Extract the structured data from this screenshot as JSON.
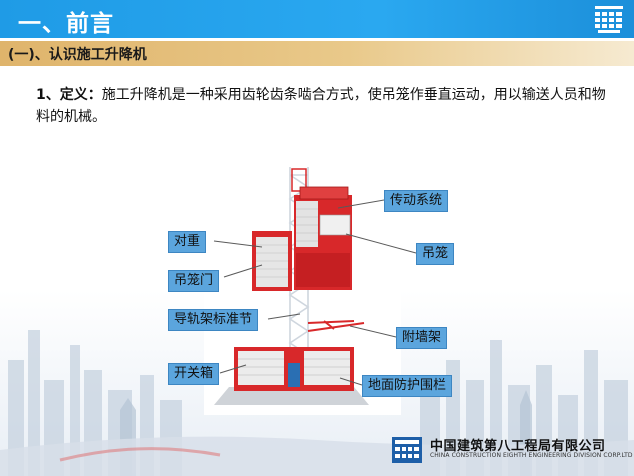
{
  "header": {
    "title": "一、前言",
    "section": "(一)、认识施工升降机"
  },
  "definition": {
    "prefix": "1、定义：",
    "text": "施工升降机是一种采用齿轮齿条啮合方式，使吊笼作垂直运动，用以输送人员和物料的机械。"
  },
  "callouts": {
    "transmission": "传动系统",
    "counterweight": "对重",
    "cage": "吊笼",
    "cage_door": "吊笼门",
    "mast_section": "导轨架标准节",
    "wall_tie": "附墙架",
    "switch_box": "开关箱",
    "ground_fence": "地面防护围栏"
  },
  "footer": {
    "company_cn": "中国建筑第八工程局有限公司",
    "company_en": "CHINA CONSTRUCTION EIGHTH ENGINEERING DIVISION CORP.LTD"
  },
  "colors": {
    "title_blue": "#1f9be6",
    "section_gold": "#dfb46b",
    "callout_blue": "#5ba5dd",
    "machine_red": "#d8282a"
  }
}
